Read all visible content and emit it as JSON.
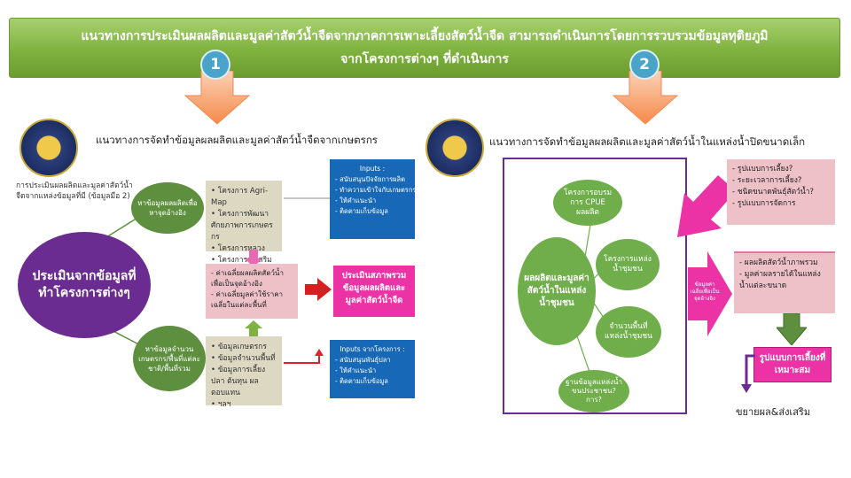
{
  "banner": {
    "line1": "แนวทางการประเมินผลผลิตและมูลค่าสัตว์น้ำจืดจากภาคการเพาะเลี้ยงสัตว์น้ำจืด สามารถดำเนินการโดยการรวบรวมข้อมูลทุติยภูมิ",
    "line2": "จากโครงการต่างๆ ที่ดำเนินการ"
  },
  "badges": [
    "1",
    "2"
  ],
  "left": {
    "heading": "แนวทางการจัดทำข้อมูลผลผลิตและมูลค่าสัตว์น้ำจืดจากเกษตรกร",
    "side_note": "การประเมินผลผลิตและมูลค่าสัตว์น้ำจืดจากแหล่งข้อมูลที่มี (ข้อมูลมือ 2)",
    "main_circle": "ประเมินจากข้อมูลที่ทำโครงการต่างๆ",
    "top_circle": "หาข้อมูลผลผลิตเพื่อหาจุดอ้างอิง",
    "bottom_circle": "หาข้อมูลจำนวนเกษตรกร/พื้นที่แต่ละชาติ/พื้นที่รวม",
    "projects_top": [
      "โครงการ Agri-Map",
      "โครงการพัฒนาศักยภาพการเกษตรกร",
      "โครงการหลวง",
      "โครงการส่งเสริมเยาวชนนักเพาะเลี้ยง"
    ],
    "inputs_top": {
      "title": "Inputs :",
      "items": [
        "สนับสนุนปัจจัยการผลิต",
        "ทำความเข้าใจกับเกษตรกรในวิธีการเลี้ยง",
        "ให้คำแนะนำ",
        "ติดตามเก็บข้อมูล"
      ]
    },
    "pink_mid": [
      "ค่าเฉลี่ยผลผลิตสัตว์น้ำเพื่อเป็นจุดอ้างอิง",
      "ค่าเฉลี่ยมูลค่าใช้ราคาเฉลี่ยในแต่ละพื้นที่"
    ],
    "result": "ประเมินสภาพรวมข้อมูลผลผลิตและมูลค่าสัตว์น้ำจืด",
    "projects_bottom": [
      "ข้อมูลเกษตรกร",
      "ข้อมูลจำนวนพื้นที่",
      "ข้อมูลการเลี้ยงปลา ต้นทุน ผลตอบแทน",
      "ฯลฯ"
    ],
    "inputs_bottom": {
      "title": "Inputs จากโครงการ :",
      "items": [
        "สนับสนุนพันธุ์ปลา",
        "ให้คำแนะนำ",
        "ติดตามเก็บข้อมูล"
      ]
    }
  },
  "right": {
    "heading": "แนวทางการจัดทำข้อมูลผลผลิตและมูลค่าสัตว์น้ำในแหล่งน้ำปิดขนาดเล็ก",
    "center_circle": "ผลผลิตและมูลค่าสัตว์น้ำในแหล่งน้ำชุมชน",
    "sat1": "โครงการอบรมการ CPUE ผลผลิต",
    "sat2": "โครงการแหล่งน้ำชุมชน",
    "sat3": "จำนวนพื้นที่แหล่งน้ำชุมชน",
    "sat4": "ฐานข้อมูลแหล่งน้ำ ขนประชาชน? การ?",
    "questions": [
      "รูปแบบการเลี้ยง?",
      "ระยะเวลาการเลี้ยง?",
      "ชนิดขนาดพันธุ์สัตว์น้ำ?",
      "รูปแบบการจัดการ"
    ],
    "arrow_text": "ข้อมูลค่าเฉลี่ยเพื่อเป็นจุดอ้างอิง",
    "results": [
      "ผลผลิตสัตว์น้ำภาพรวม",
      "มูลค่าผลรายได้ในแหล่งน้ำแต่ละขนาด"
    ],
    "pattern_box": "รูปแบบการเลี้ยงที่เหมาะสม",
    "footer": "ขยายผล&ส่งเสริม"
  },
  "colors": {
    "banner_green": "#7fb23f",
    "purple": "#6b2c91",
    "magenta": "#ec33a6",
    "blue": "#1769b8",
    "orange_arrow": "#f6a06b"
  }
}
